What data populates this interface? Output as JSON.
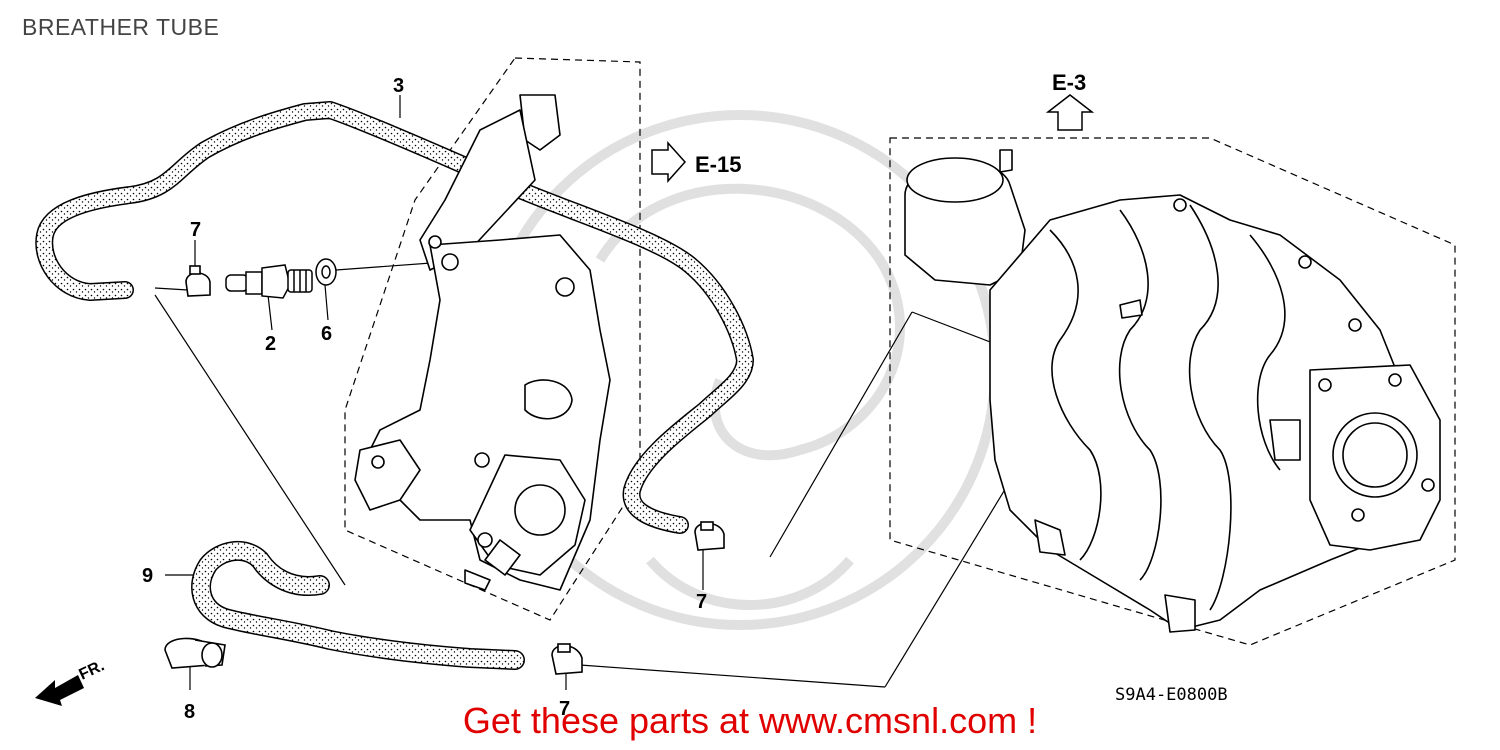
{
  "title": "BREATHER TUBE",
  "diagram_code": "S9A4-E0800B",
  "promo_text": "Get these parts at www.cmsnl.com !",
  "refs": {
    "e15": "E-15",
    "e3": "E-3"
  },
  "front_label": "FR.",
  "callouts": {
    "c3": "3",
    "c7a": "7",
    "c2": "2",
    "c6": "6",
    "c7b": "7",
    "c9": "9",
    "c8": "8",
    "c7c": "7"
  },
  "colors": {
    "promo": "#e00000",
    "line": "#000000",
    "watermark": "#d8d8d8"
  }
}
